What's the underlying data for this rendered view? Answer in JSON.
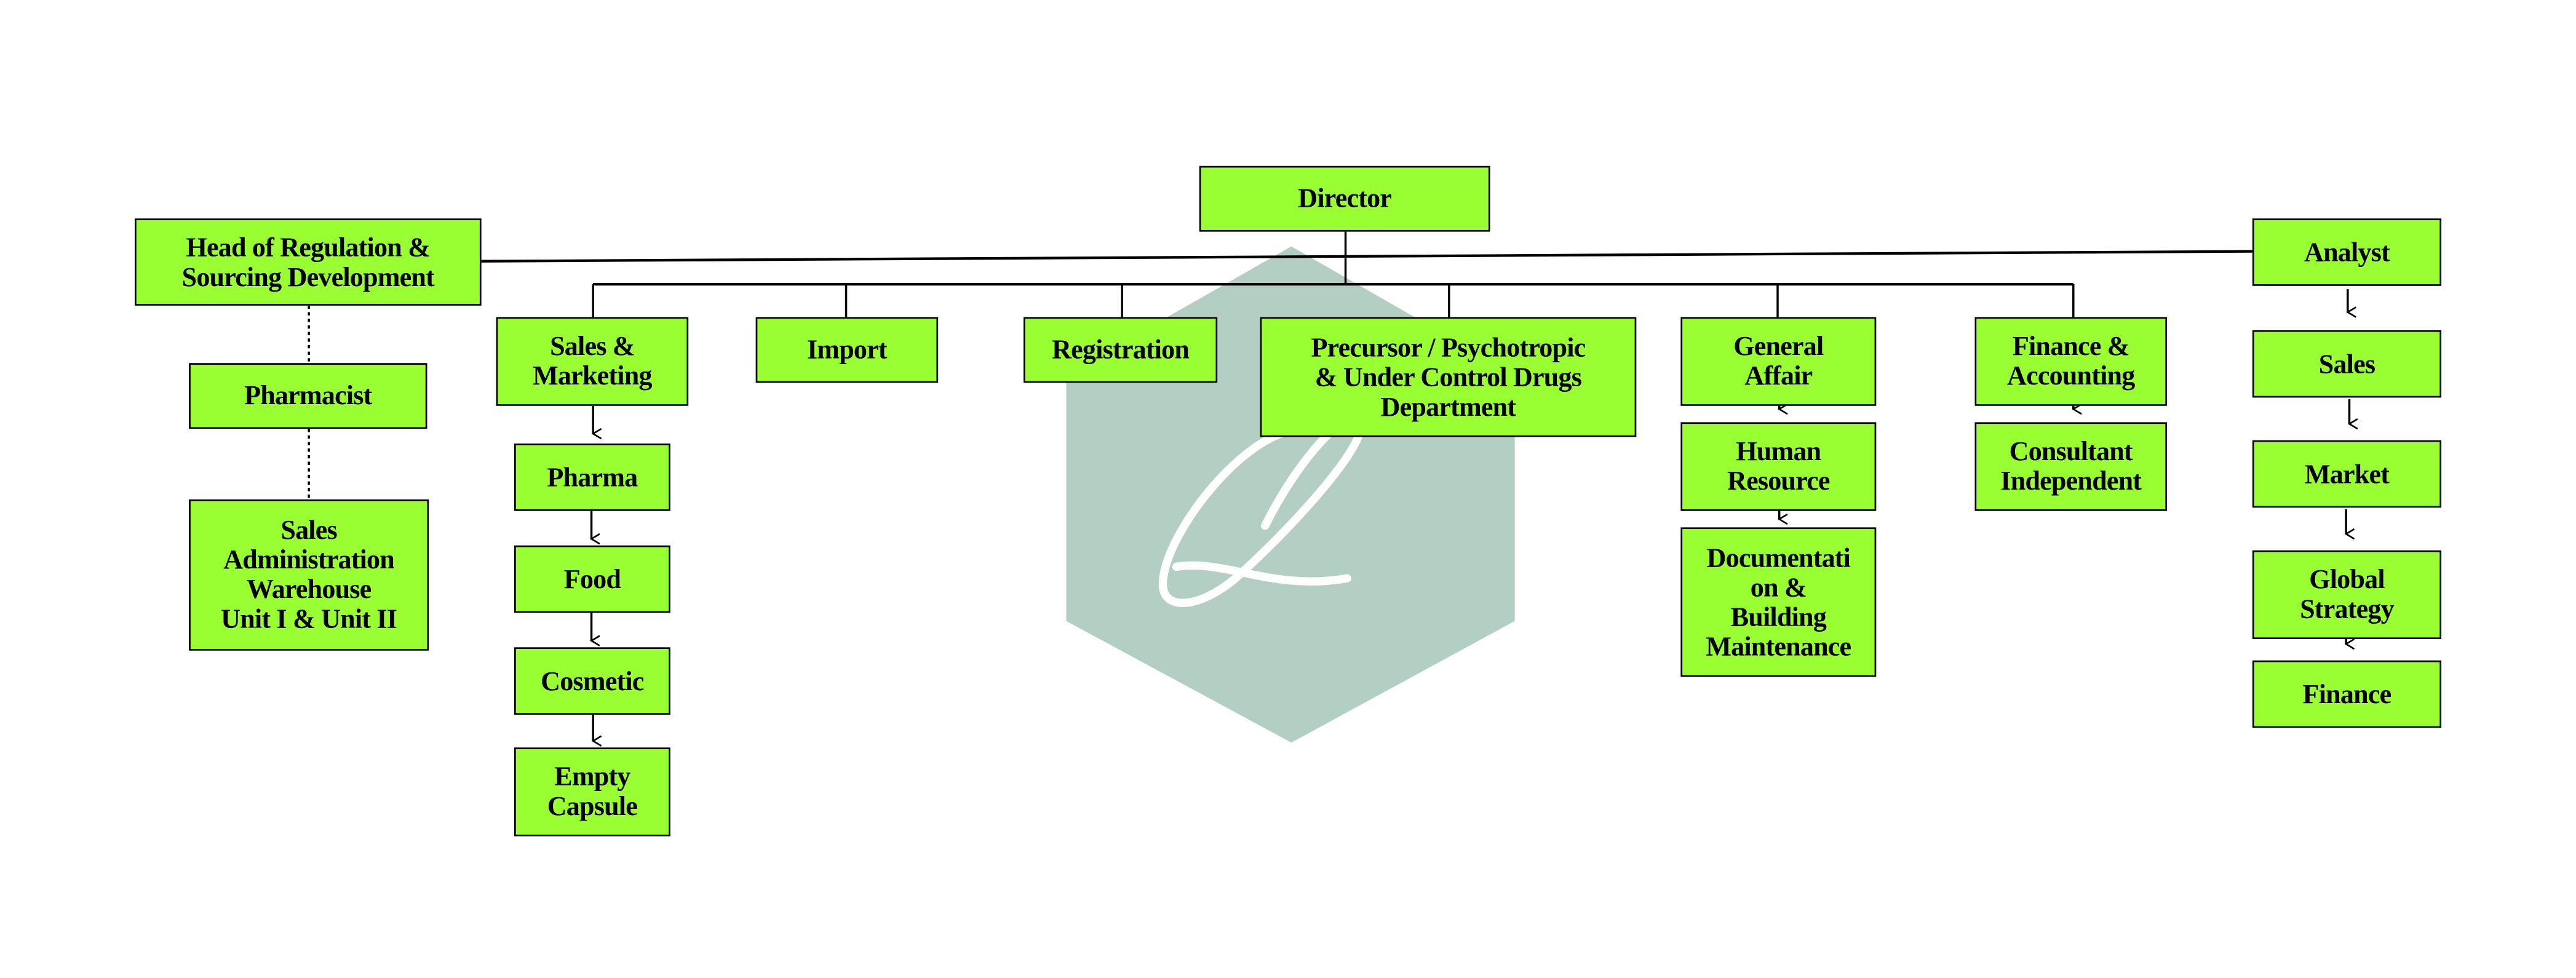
{
  "colors": {
    "box_fill": "#99ff33",
    "border": "#000000",
    "watermark": "#b3cec3",
    "watermark_letter": "#ffffff"
  },
  "watermark": {
    "letter": "Q",
    "shape": "hexagon"
  },
  "boxes": {
    "director": {
      "lines": [
        "Director"
      ]
    },
    "head_regulation": {
      "lines": [
        "Head of Regulation &",
        "Sourcing Development"
      ]
    },
    "analyst": {
      "lines": [
        "Analyst"
      ]
    },
    "pharmacist": {
      "lines": [
        "Pharmacist"
      ]
    },
    "sales_admin": {
      "lines": [
        "Sales",
        "Administration",
        "Warehouse",
        "Unit I & Unit II"
      ]
    },
    "sales_marketing": {
      "lines": [
        "Sales &",
        "Marketing"
      ]
    },
    "import": {
      "lines": [
        "Import"
      ]
    },
    "registration": {
      "lines": [
        "Registration"
      ]
    },
    "precursor": {
      "lines": [
        "Precursor / Psychotropic",
        "& Under Control Drugs",
        "Department"
      ]
    },
    "general_affair": {
      "lines": [
        "General",
        "Affair"
      ]
    },
    "finance_accounting": {
      "lines": [
        "Finance &",
        "Accounting"
      ]
    },
    "pharma": {
      "lines": [
        "Pharma"
      ]
    },
    "food": {
      "lines": [
        "Food"
      ]
    },
    "cosmetic": {
      "lines": [
        "Cosmetic"
      ]
    },
    "empty_capsule": {
      "lines": [
        "Empty",
        "Capsule"
      ]
    },
    "human_resource": {
      "lines": [
        "Human",
        "Resource"
      ]
    },
    "documentation": {
      "lines": [
        "Documentati",
        "on &",
        "Building",
        "Maintenance"
      ]
    },
    "consultant": {
      "lines": [
        "Consultant",
        "Independent"
      ]
    },
    "analyst_sales": {
      "lines": [
        "Sales"
      ]
    },
    "market": {
      "lines": [
        "Market"
      ]
    },
    "global_strategy": {
      "lines": [
        "Global",
        "Strategy"
      ]
    },
    "finance": {
      "lines": [
        "Finance"
      ]
    }
  }
}
